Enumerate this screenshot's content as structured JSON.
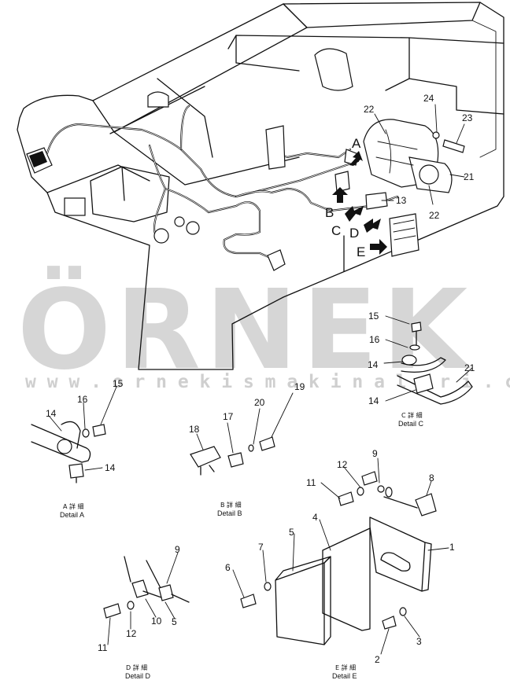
{
  "watermark": {
    "brand": "ÖRNEK",
    "url": "w w w . o r n e k i s m a k i n a l a r i . c o m . t r"
  },
  "view_letters": {
    "a": "A",
    "b": "B",
    "c": "C",
    "d": "D",
    "e": "E"
  },
  "main_callouts": {
    "p22a": "22",
    "p24": "24",
    "p23": "23",
    "p21": "21",
    "p13": "13",
    "p22b": "22"
  },
  "detail_a": {
    "p15": "15",
    "p16": "16",
    "p14a": "14",
    "p14b": "14",
    "jp": "A 詳 細",
    "label": "Detail A"
  },
  "detail_b": {
    "p18": "18",
    "p17": "17",
    "p20": "20",
    "p19": "19",
    "jp": "B 詳 細",
    "label": "Detail B"
  },
  "detail_c": {
    "p15": "15",
    "p16": "16",
    "p14a": "14",
    "p14b": "14",
    "p21": "21",
    "jp": "C 詳 細",
    "label": "Detail C"
  },
  "detail_d": {
    "p9": "9",
    "p11": "11",
    "p12": "12",
    "p10": "10",
    "p5": "5",
    "jp": "D 詳 細",
    "label": "Detail D"
  },
  "detail_e": {
    "p9": "9",
    "p8": "8",
    "p11": "11",
    "p12": "12",
    "p4": "4",
    "p5": "5",
    "p1": "1",
    "p7": "7",
    "p6": "6",
    "p3": "3",
    "p2": "2",
    "jp": "E 詳 細",
    "label": "Detail E"
  }
}
